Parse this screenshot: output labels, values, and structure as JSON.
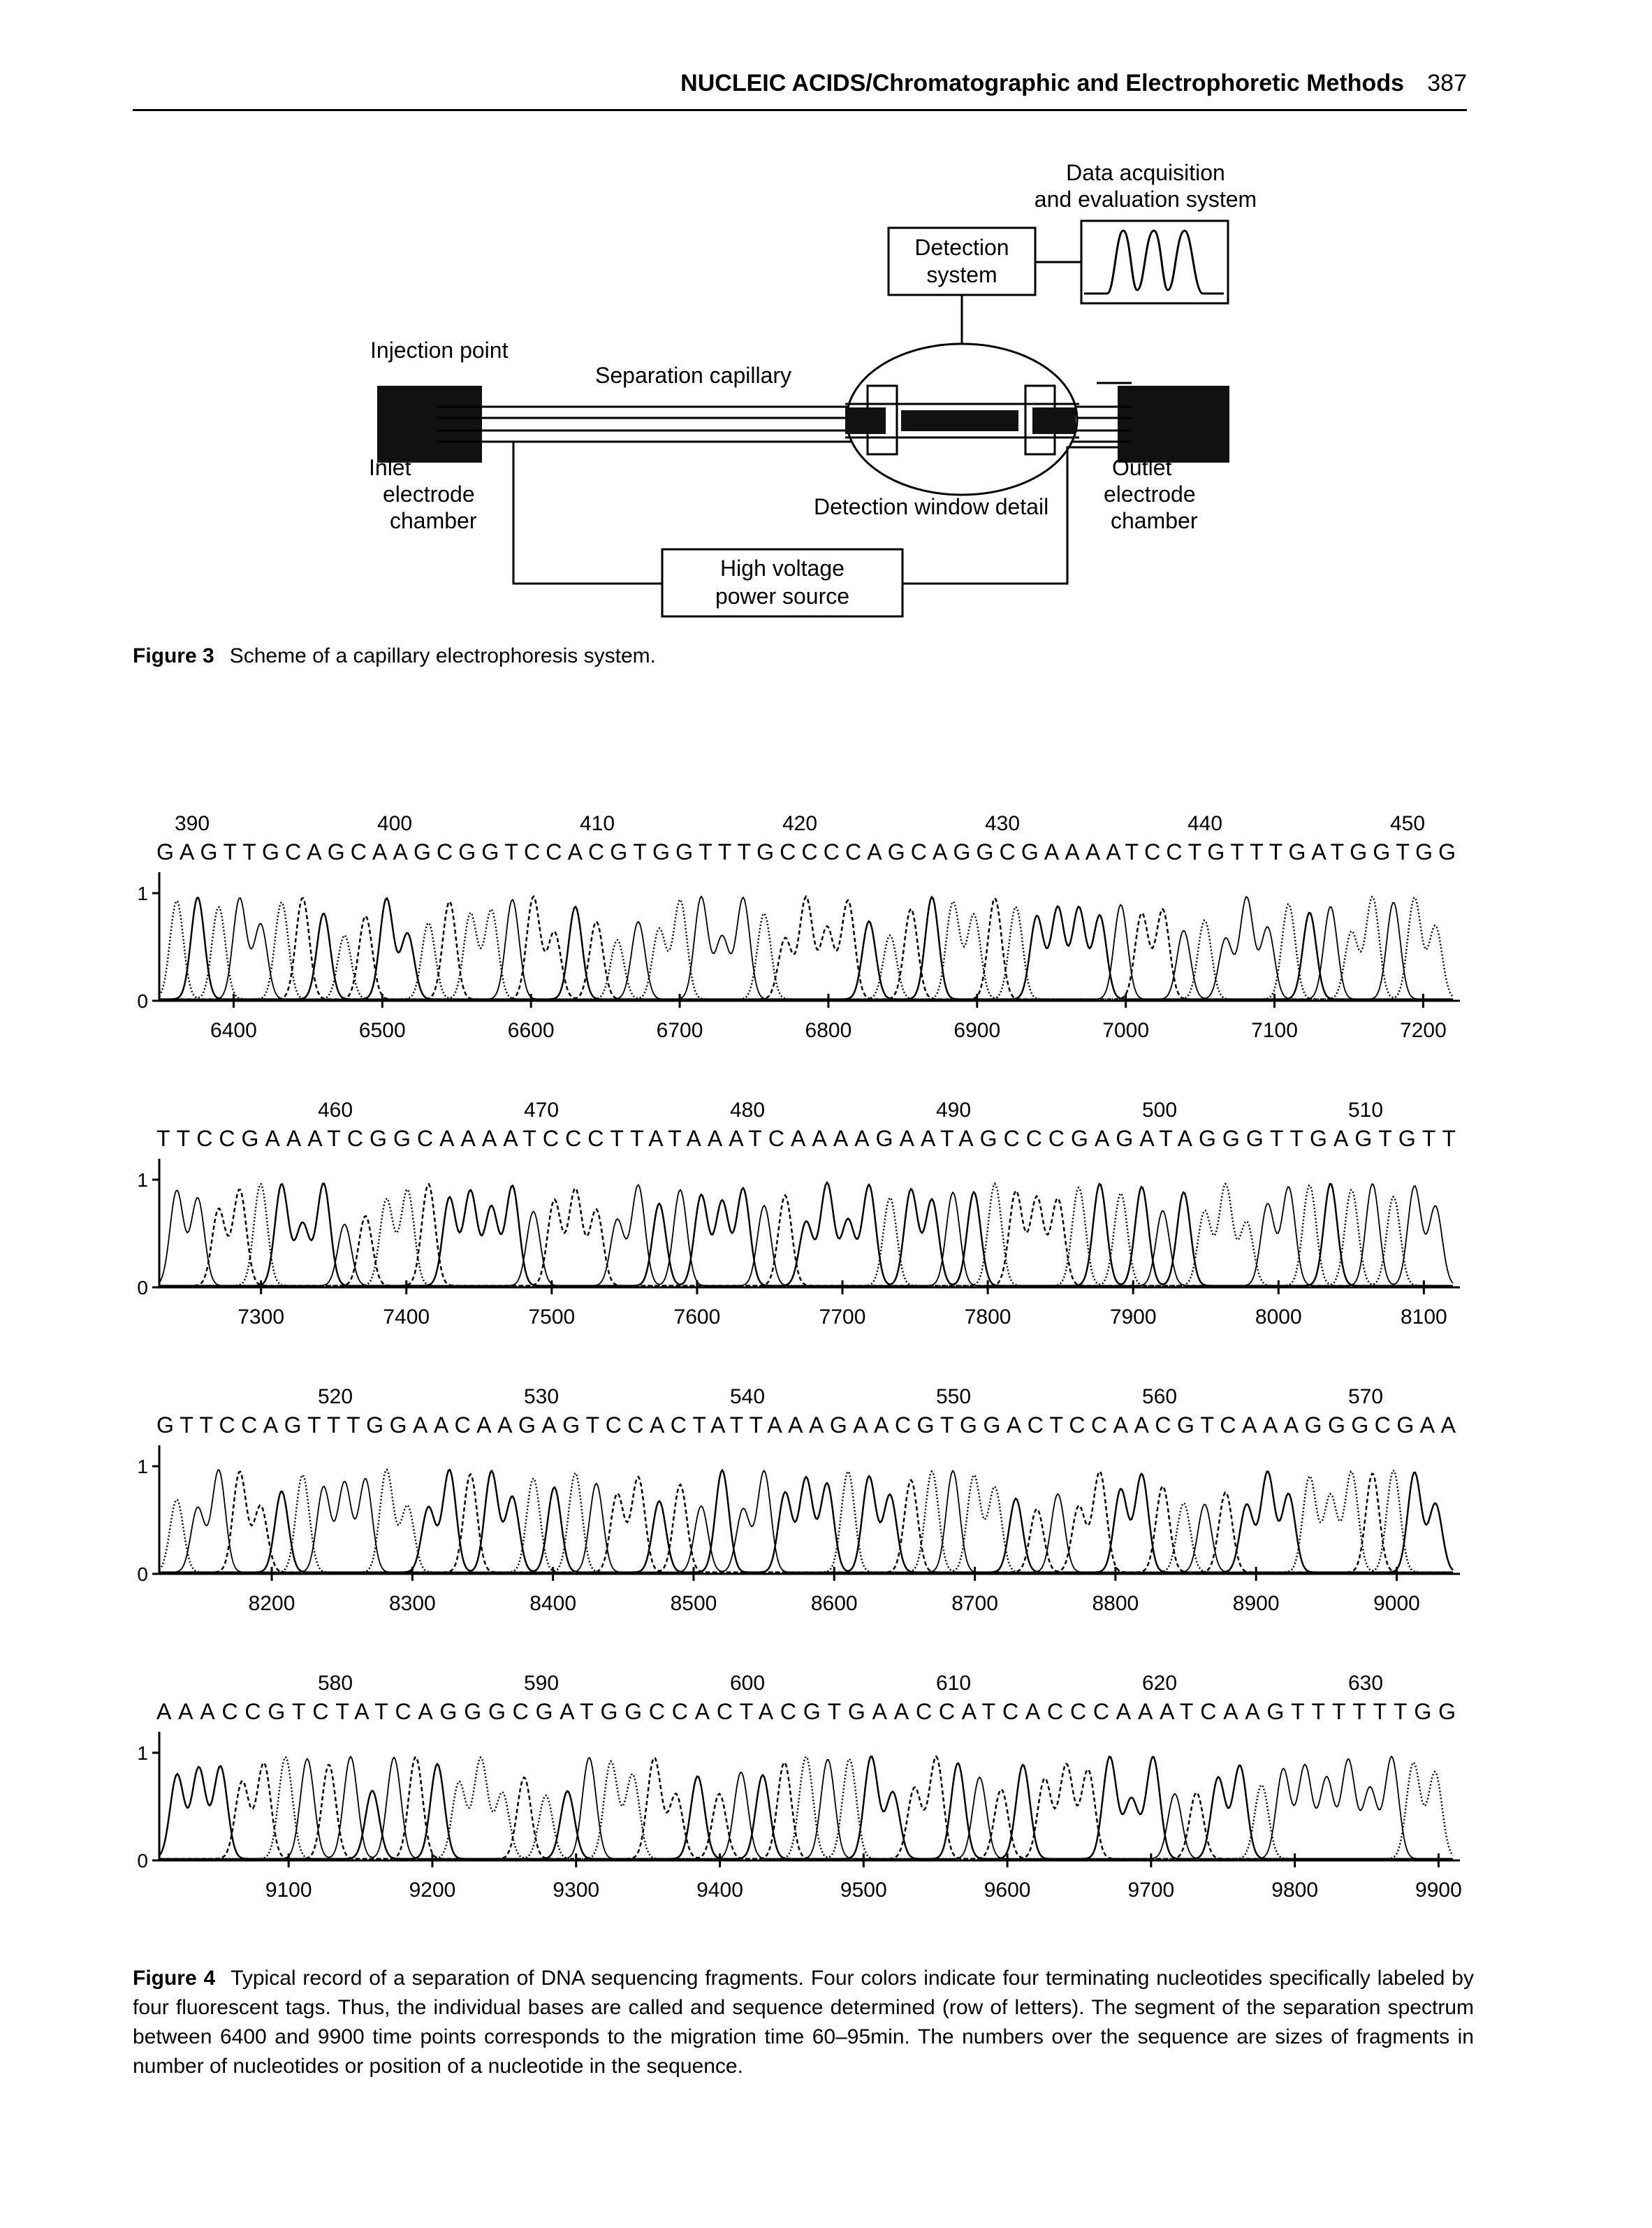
{
  "header": {
    "running_title": "NUCLEIC ACIDS/Chromatographic and Electrophoretic Methods",
    "page_number": "387"
  },
  "figure3": {
    "labels": {
      "data_acquisition_line1": "Data acquisition",
      "data_acquisition_line2": "and evaluation system",
      "detection_line1": "Detection",
      "detection_line2": "system",
      "injection_point": "Injection point",
      "separation_capillary": "Separation capillary",
      "inlet_line1": "Inlet",
      "inlet_line2": "electrode",
      "inlet_line3": "chamber",
      "outlet_line1": "Outlet",
      "outlet_line2": "electrode",
      "outlet_line3": "chamber",
      "detection_window": "Detection window detail",
      "hv_line1": "High voltage",
      "hv_line2": "power source"
    },
    "caption_label": "Figure 3",
    "caption_text": "Scheme of a capillary electrophoresis system."
  },
  "figure4": {
    "caption_label": "Figure 4",
    "caption_text": "Typical record of a separation of DNA sequencing fragments. Four colors indicate four terminating nucleotides specifically labeled by four fluorescent tags. Thus, the individual bases are called and sequence determined (row of letters). The segment of the separation spectrum between 6400 and 9900 time points corresponds to the migration time 60–95min. The numbers over the sequence are sizes of fragments in number of nucleotides or position of a nucleotide in the sequence.",
    "y_tick_labels": [
      "0",
      "1"
    ]
  },
  "chart_data": [
    {
      "type": "line",
      "positions": [
        "390",
        "400",
        "410",
        "420",
        "430",
        "440",
        "450"
      ],
      "sequence": "GAGTTGCAGCAAGCGGTCCACGTGGTTTGCCCCAGCAGGCGAAAATCCTGTTTGATGGTGG",
      "x_ticks": [
        "6400",
        "6500",
        "6600",
        "6700",
        "6800",
        "6900",
        "7000",
        "7100",
        "7200"
      ],
      "xlim": [
        6350,
        7220
      ],
      "ylim": [
        0,
        1
      ]
    },
    {
      "type": "line",
      "positions": [
        "460",
        "470",
        "480",
        "490",
        "500",
        "510"
      ],
      "sequence": "TTCCGAAATCGGCAAAATCCCTTATAAATCAAAAGAATAGCCCGAGATAGGGTTGAGTGTT",
      "x_ticks": [
        "7300",
        "7400",
        "7500",
        "7600",
        "7700",
        "7800",
        "7900",
        "8000",
        "8100"
      ],
      "xlim": [
        7230,
        8120
      ],
      "ylim": [
        0,
        1
      ]
    },
    {
      "type": "line",
      "positions": [
        "520",
        "530",
        "540",
        "550",
        "560",
        "570"
      ],
      "sequence": "GTTCCAGTTTGGAACAAGAGTCCACTATTAAAGAACGTGGACTCCAACGTCAAAGGGCGAA",
      "x_ticks": [
        "8200",
        "8300",
        "8400",
        "8500",
        "8600",
        "8700",
        "8800",
        "8900",
        "9000"
      ],
      "xlim": [
        8120,
        9040
      ],
      "ylim": [
        0,
        1
      ]
    },
    {
      "type": "line",
      "positions": [
        "580",
        "590",
        "600",
        "610",
        "620",
        "630"
      ],
      "sequence": "AAACCGTCTATCAGGGCGATGGCCACTACGTGAACCATCACCCAAATCAAGTTTTTTGG",
      "x_ticks": [
        "9100",
        "9200",
        "9300",
        "9400",
        "9500",
        "9600",
        "9700",
        "9800",
        "9900"
      ],
      "xlim": [
        9010,
        9910
      ],
      "ylim": [
        0,
        1
      ]
    }
  ]
}
